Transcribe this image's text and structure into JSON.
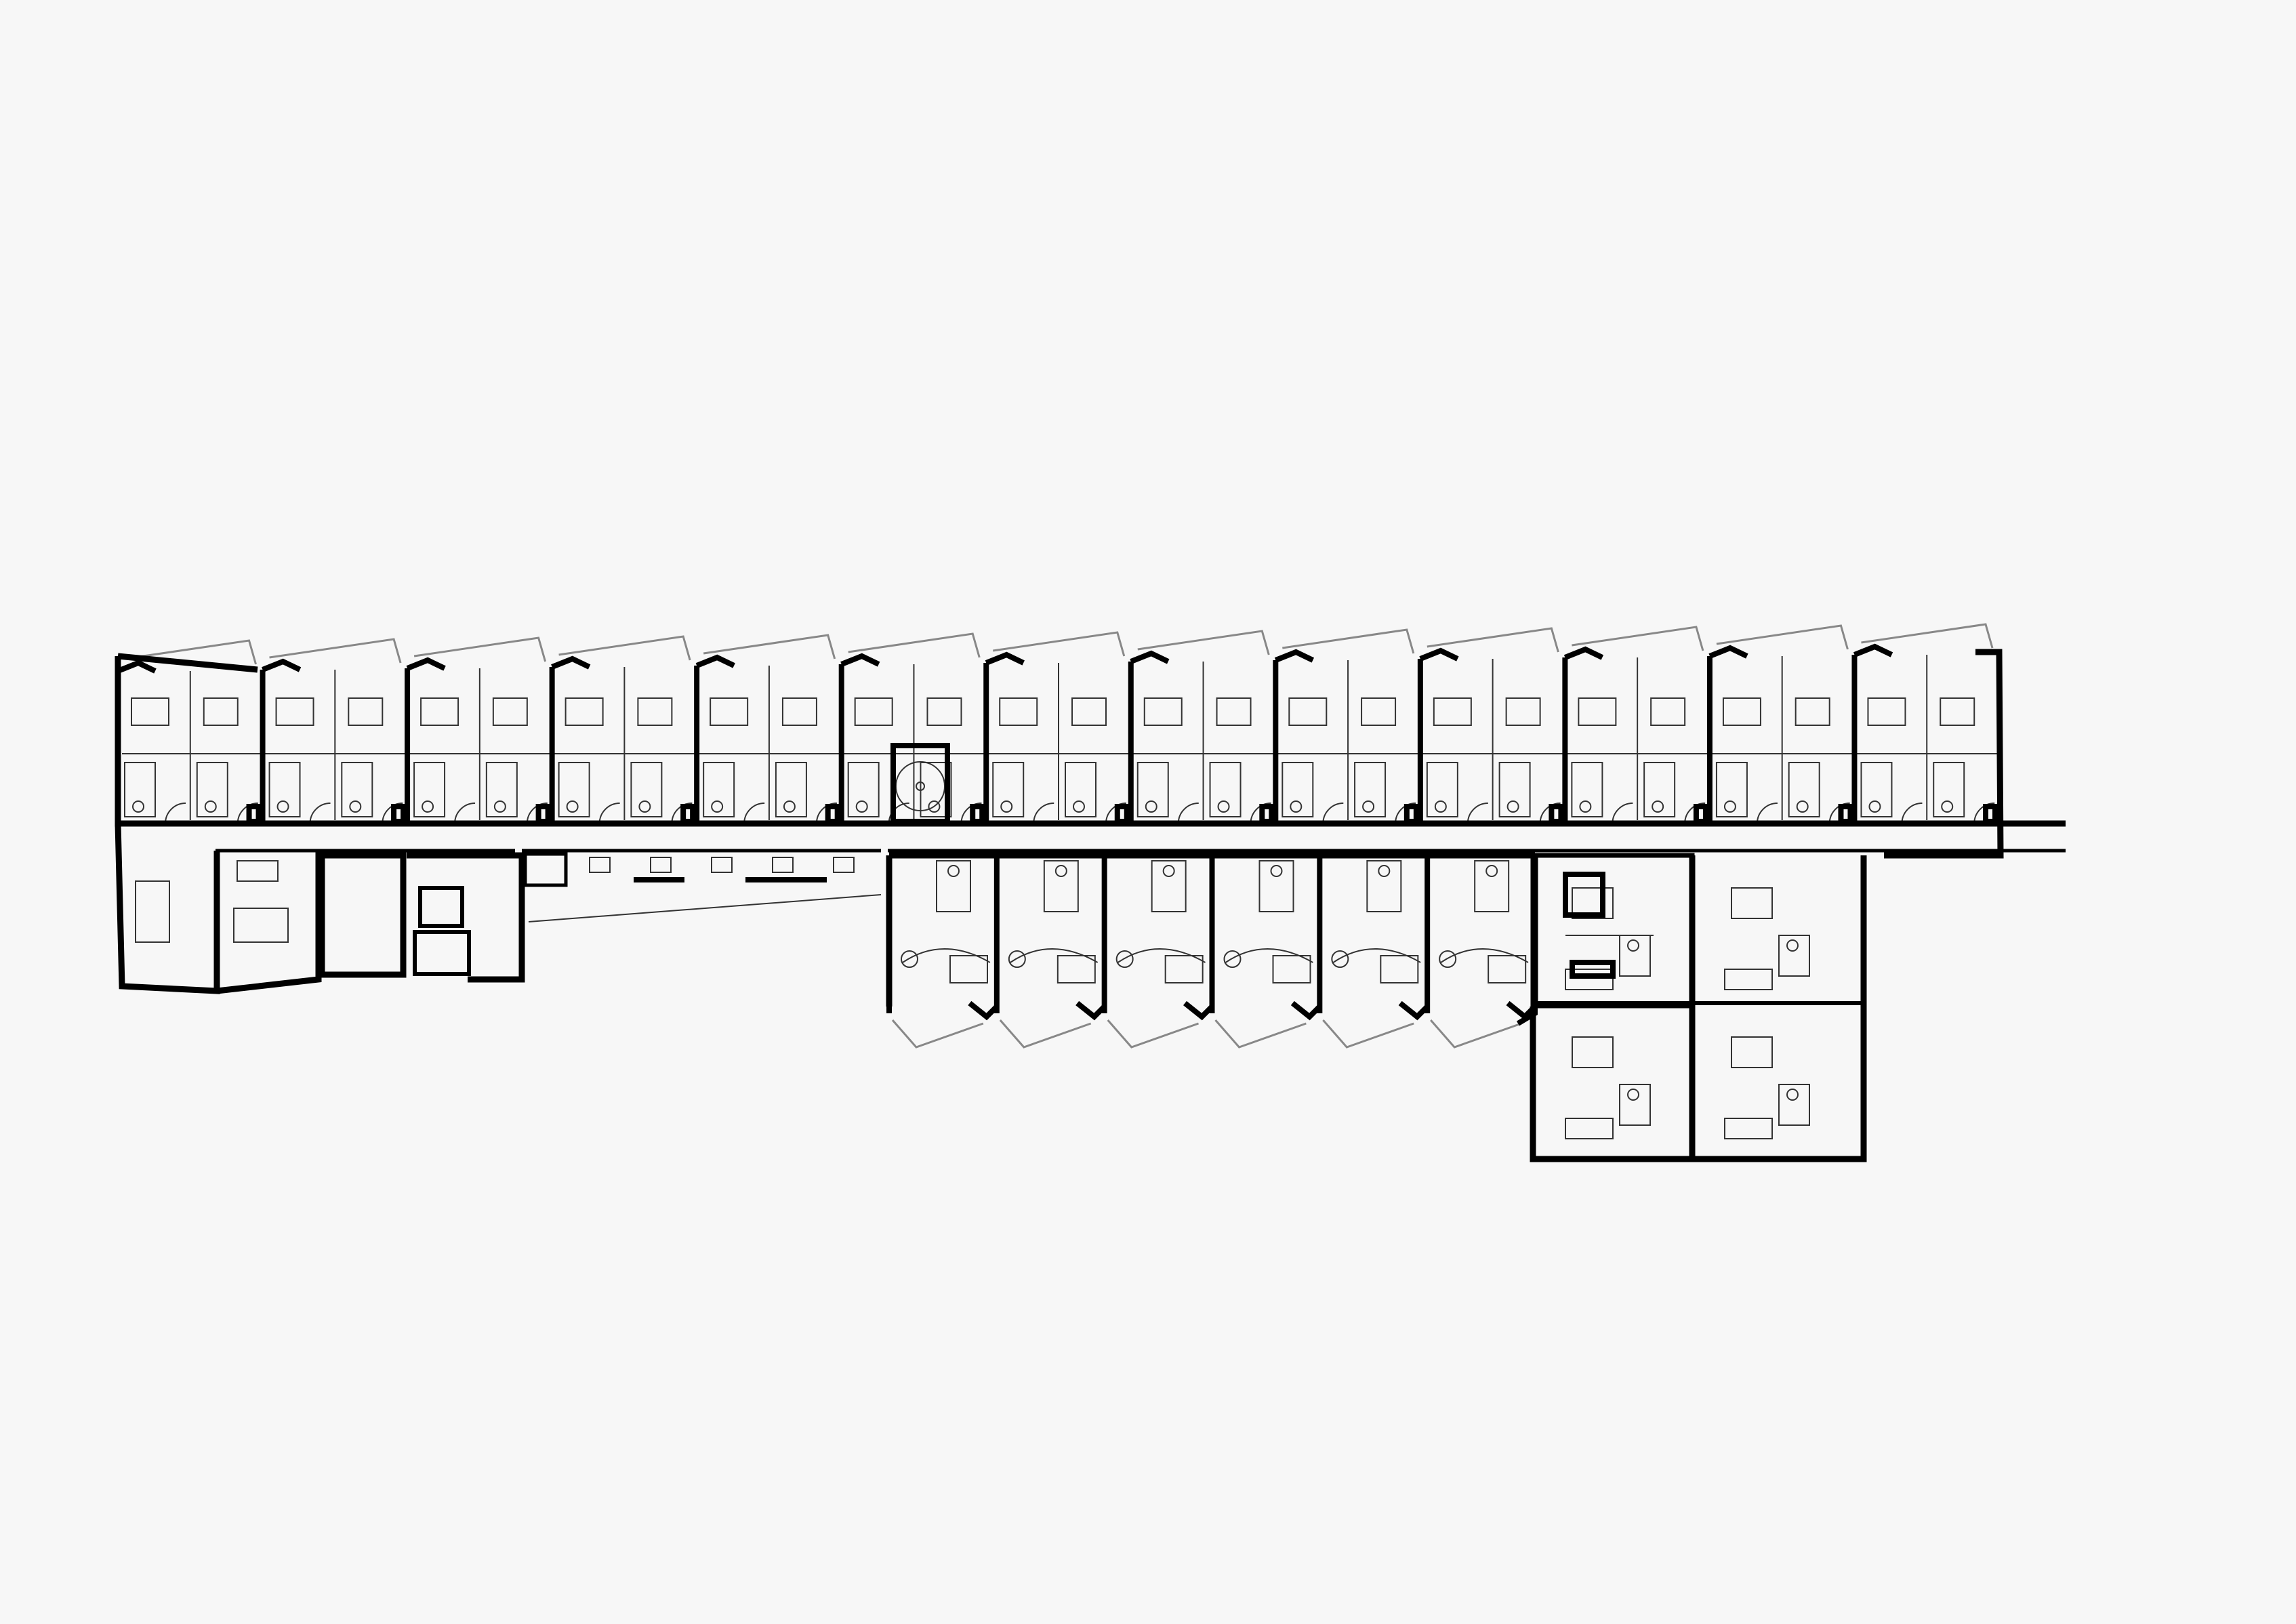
{
  "colors": {
    "background": "#f7f7f7",
    "wall": "#000000",
    "thin_line": "#333333",
    "balcony_line": "#888888",
    "furniture": "#555555"
  },
  "plan": {
    "north_wing_units": 13,
    "south_wing_units": 6,
    "east_block_units": 4
  }
}
